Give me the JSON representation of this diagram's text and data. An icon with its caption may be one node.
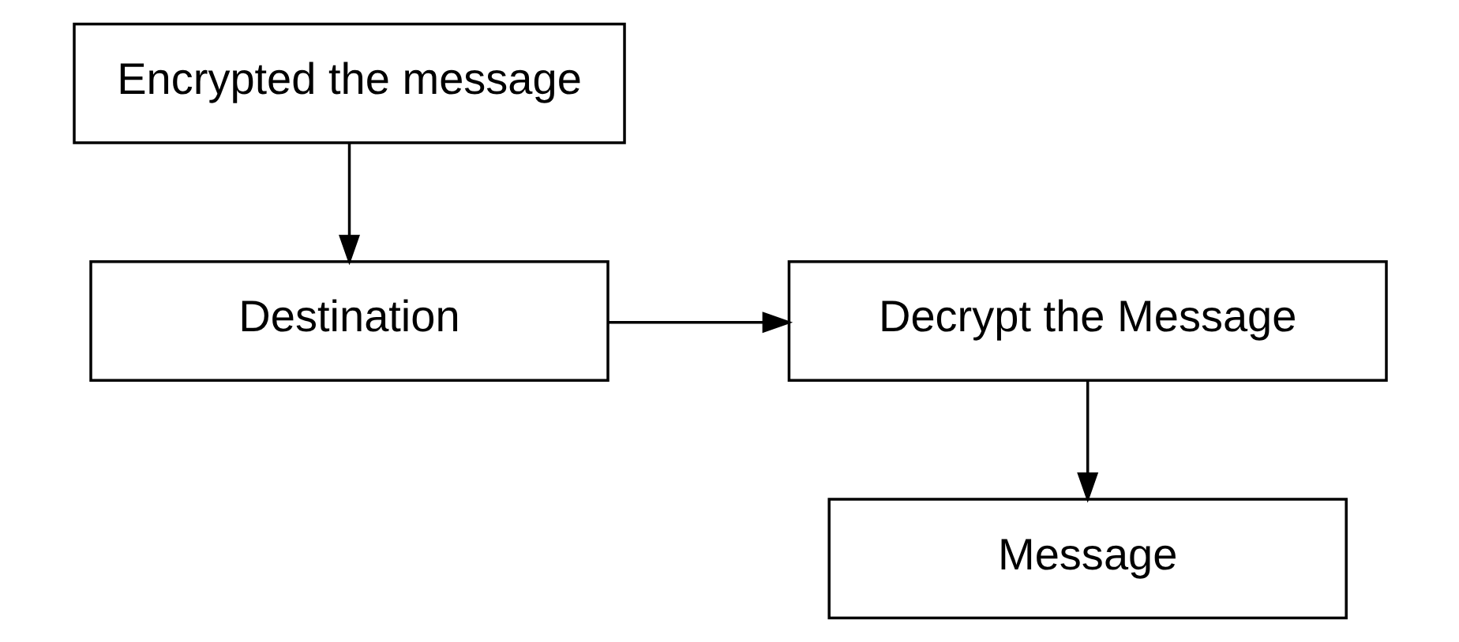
{
  "diagram": {
    "nodes": [
      {
        "text": [
          "Encrypted the message"
        ]
      },
      {
        "text": [
          "Destination"
        ]
      },
      {
        "text": [
          "Decrypt the Message"
        ]
      },
      {
        "text": [
          "Message"
        ]
      }
    ],
    "edges": [
      {
        "from": 0,
        "to": 1,
        "arrow": "to"
      },
      {
        "from": 1,
        "to": 2,
        "arrow": "to"
      },
      {
        "from": 2,
        "to": 3,
        "arrow": "to"
      }
    ]
  }
}
